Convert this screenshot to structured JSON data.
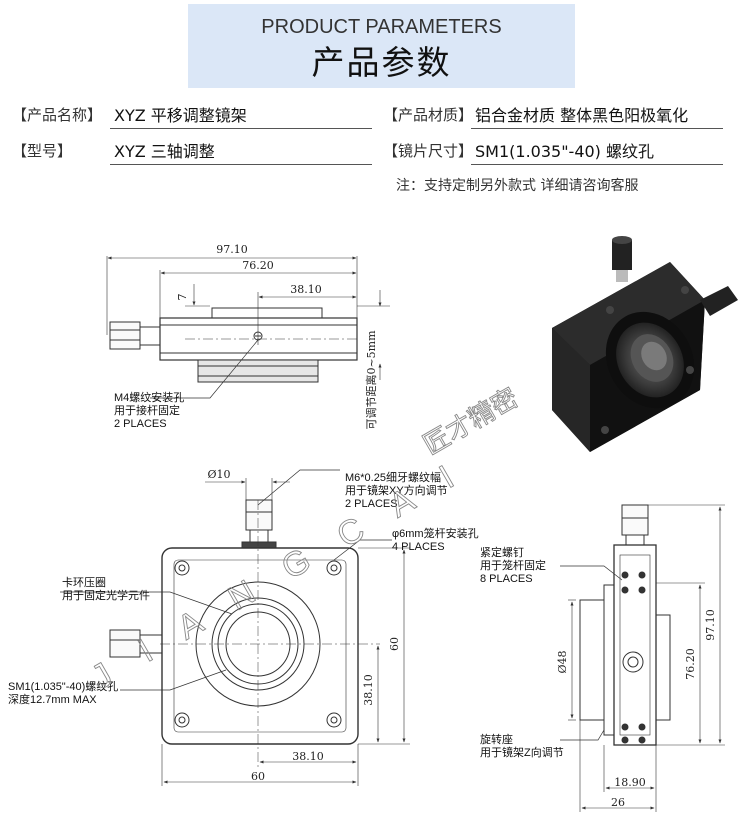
{
  "header": {
    "title_en": "PRODUCT PARAMETERS",
    "title_cn": "产品参数"
  },
  "params": {
    "name_label": "【产品名称】",
    "name_value": "XYZ 平移调整镜架",
    "material_label": "【产品材质】",
    "material_value": "铝合金材质 整体黑色阳极氧化",
    "model_label": "【型号】",
    "model_value": "XYZ 三轴调整",
    "lens_label": "【镜片尺寸】",
    "lens_value": "SM1(1.035\"-40) 螺纹孔"
  },
  "note": "注：支持定制另外款式 详细请咨询客服",
  "drawing": {
    "dims": {
      "d97_top": "97.10",
      "d76_top": "76.20",
      "d38_top": "38.10",
      "d7": "7",
      "adjust_range": "可调节距离0~5mm",
      "phi10": "Ø10",
      "d60_vert": "60",
      "d38_vert": "38.10",
      "d38_bottom": "38.10",
      "d60_bottom": "60",
      "phi48": "Ø48",
      "d76_side": "76.20",
      "d97_side": "97.10",
      "d18": "18.90",
      "d26": "26"
    },
    "annotations": {
      "m4_1": "M4螺纹安装孔",
      "m4_2": "用于接杆固定",
      "m4_3": "2 PLACES",
      "m6_1": "M6*0.25细牙螺纹幅",
      "m6_2": "用于镜架XY方向调节",
      "m6_3": "2 PLACES",
      "rod_1": "φ6mm笼杆安装孔",
      "rod_2": "4 PLACES",
      "ring_1": "卡环压圈",
      "ring_2": "用于固定光学元件",
      "sm1_1": "SM1(1.035\"-40)螺纹孔",
      "sm1_2": "深度12.7mm MAX",
      "screw_1": "紧定螺钉",
      "screw_2": "用于笼杆固定",
      "screw_3": "8  PLACES",
      "rot_1": "旋转座",
      "rot_2": "用于镜架Z向调节"
    },
    "watermark": {
      "letters": "J I A N G C A I",
      "cn": "匠才精密"
    }
  }
}
